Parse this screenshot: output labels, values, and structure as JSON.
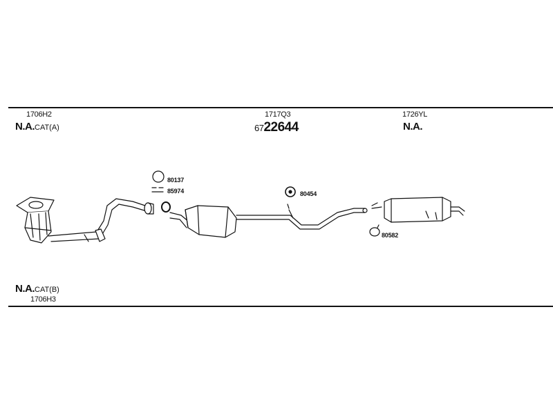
{
  "sections": {
    "front": {
      "ref": "1706H2",
      "code_prefix": "N.A.",
      "code_suffix": "CAT(A)"
    },
    "middle": {
      "ref": "1717Q3",
      "code_prefix": "67",
      "code_main": "22644"
    },
    "rear": {
      "ref": "1726YL",
      "code": "N.A."
    },
    "alt_front": {
      "code_prefix": "N.A.",
      "code_suffix": "CAT(B)",
      "ref": "1706H3"
    }
  },
  "parts": {
    "ring_80137": "80137",
    "gasket_85974": "85974",
    "hanger_80454": "80454",
    "clamp_80582": "80582"
  },
  "colors": {
    "line": "#111111",
    "fill": "#ffffff"
  }
}
